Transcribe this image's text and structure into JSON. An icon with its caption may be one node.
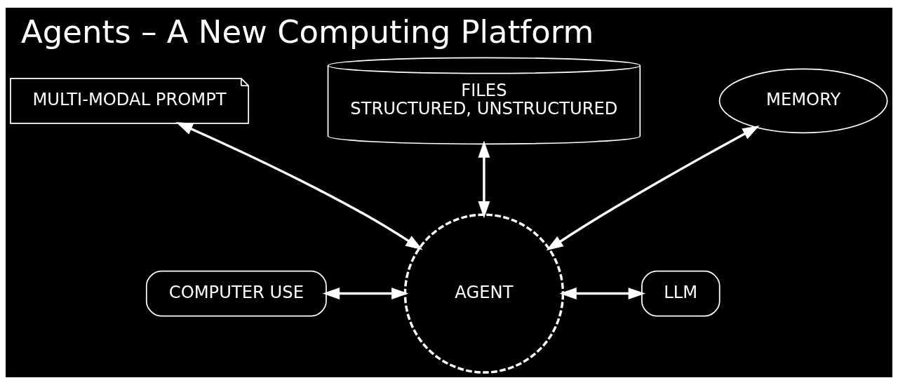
{
  "diagram": {
    "title": "Agents – A New Computing Platform",
    "nodes": [
      {
        "text": [
          "MULTI-MODAL PROMPT"
        ]
      },
      {
        "text": [
          "FILES",
          "STRUCTURED, UNSTRUCTURED"
        ]
      },
      {
        "text": [
          "MEMORY"
        ]
      },
      {
        "text": [
          "AGENT"
        ]
      },
      {
        "text": [
          "COMPUTER USE"
        ]
      },
      {
        "text": [
          "LLM"
        ]
      }
    ],
    "edges": [
      {
        "from": 3,
        "to": 0,
        "arrow": "both"
      },
      {
        "from": 1,
        "to": 3,
        "arrow": "both"
      },
      {
        "from": 3,
        "to": 2,
        "arrow": "both"
      },
      {
        "from": 4,
        "to": 3,
        "arrow": "both"
      },
      {
        "from": 3,
        "to": 5,
        "arrow": "both"
      }
    ]
  }
}
